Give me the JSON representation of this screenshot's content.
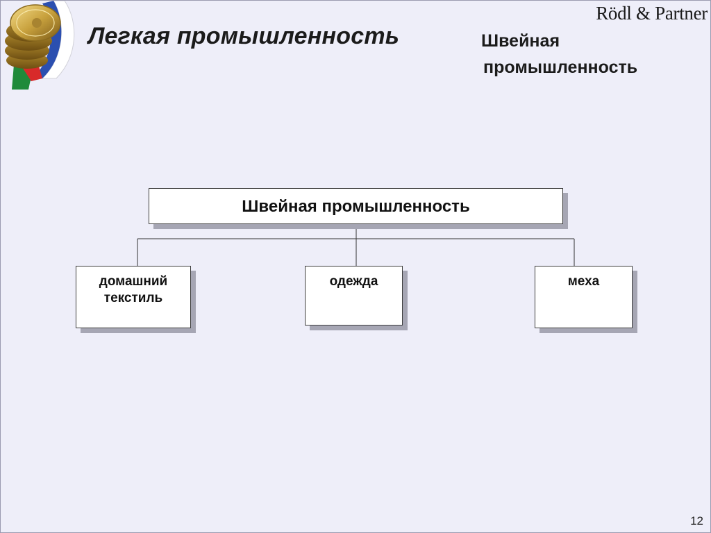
{
  "header": {
    "brand": "Rödl & Partner",
    "title": "Легкая промышленность",
    "subtitle_line1": "Швейная",
    "subtitle_line2": "промышленность"
  },
  "diagram": {
    "root": "Швейная промышленность",
    "children": [
      "домашний текстиль",
      "одежда",
      "меха"
    ]
  },
  "footer": {
    "page_number": "12"
  },
  "colors": {
    "background": "#eeeef9",
    "box_fill": "#ffffff",
    "box_shadow": "#a6a6b4",
    "text": "#111111"
  },
  "icons": {
    "logo": "gold-coins-russian-flag-logo"
  }
}
